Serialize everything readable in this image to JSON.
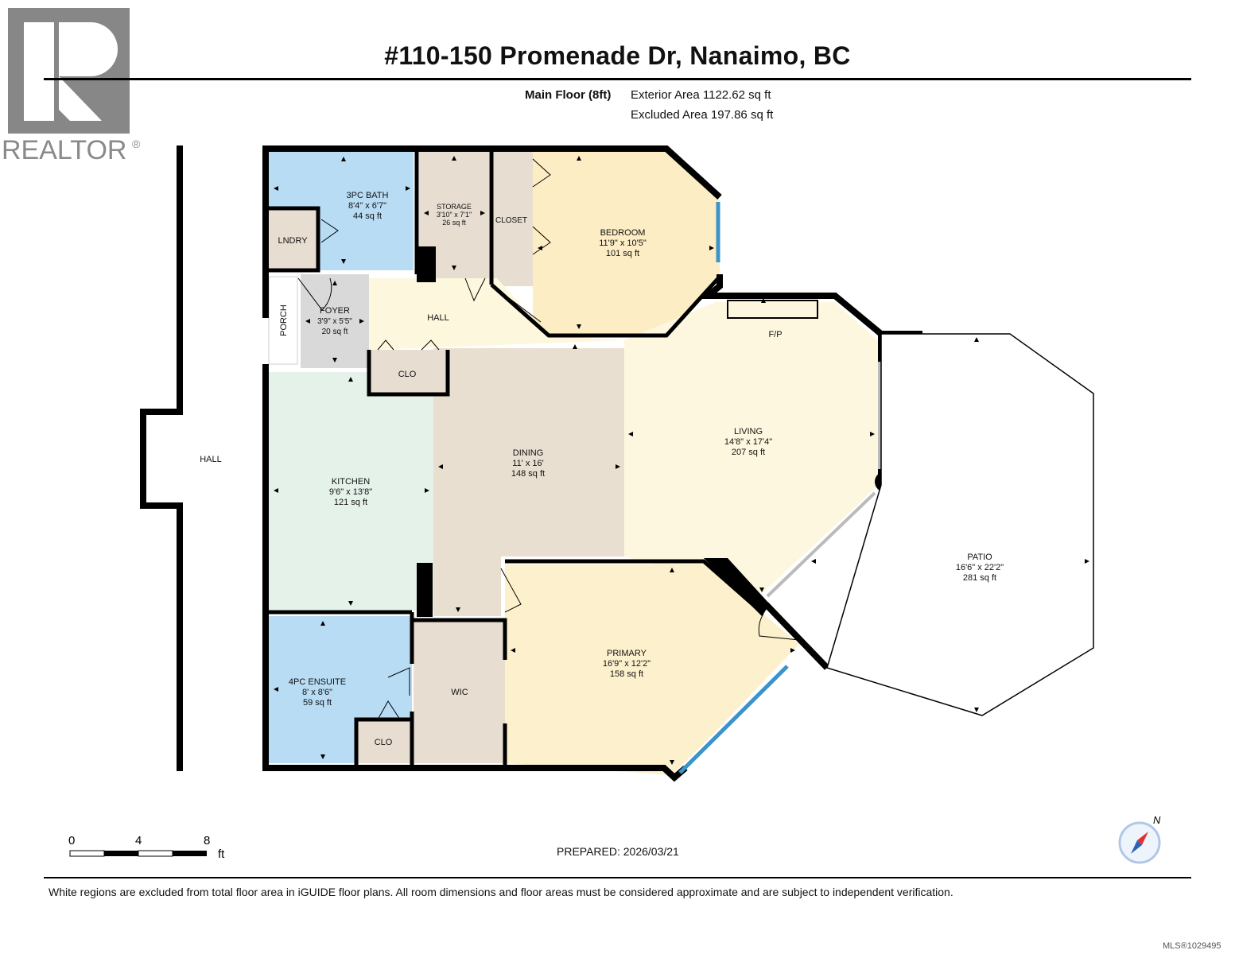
{
  "logo": {
    "wordmark": "REALTOR",
    "icon": "realtor-r-logo"
  },
  "title": "#110-150 Promenade Dr, Nanaimo, BC",
  "floor_info": {
    "floor_label": "Main Floor (8ft)",
    "exterior_area": "Exterior Area 1122.62 sq ft",
    "excluded_area": "Excluded Area 197.86 sq ft"
  },
  "rooms": {
    "bath3": {
      "name": "3PC BATH",
      "dims": "8'4\" x 6'7\"",
      "area": "44 sq ft"
    },
    "storage": {
      "name": "STORAGE",
      "dims": "3'10\" x 7'1\"",
      "area": "26 sq ft"
    },
    "closet": {
      "name": "CLOSET"
    },
    "bedroom": {
      "name": "BEDROOM",
      "dims": "11'9\" x 10'5\"",
      "area": "101 sq ft"
    },
    "lndry": {
      "name": "LNDRY"
    },
    "porch": {
      "name": "PORCH"
    },
    "foyer": {
      "name": "FOYER",
      "dims": "3'9\" x 5'5\"",
      "area": "20 sq ft"
    },
    "hall": {
      "name": "HALL"
    },
    "clo_entry": {
      "name": "CLO"
    },
    "fp": {
      "name": "F/P"
    },
    "living": {
      "name": "LIVING",
      "dims": "14'8\" x 17'4\"",
      "area": "207 sq ft"
    },
    "dining": {
      "name": "DINING",
      "dims": "11' x 16'",
      "area": "148 sq ft"
    },
    "kitchen": {
      "name": "KITCHEN",
      "dims": "9'6\" x 13'8\"",
      "area": "121 sq ft"
    },
    "outer_hall": {
      "name": "HALL"
    },
    "patio": {
      "name": "PATIO",
      "dims": "16'6\" x 22'2\"",
      "area": "281 sq ft"
    },
    "primary": {
      "name": "PRIMARY",
      "dims": "16'9\" x 12'2\"",
      "area": "158 sq ft"
    },
    "wic": {
      "name": "WIC"
    },
    "ensuite": {
      "name": "4PC ENSUITE",
      "dims": "8' x 8'6\"",
      "area": "59 sq ft"
    },
    "clo_ensuite": {
      "name": "CLO"
    }
  },
  "colors": {
    "bath": "#b8dcf4",
    "neutral": "#e7ddd1",
    "bedroom": "#fdedc4",
    "foyer": "#d9d9d9",
    "hall": "#fdf7dd",
    "living": "#fdf7df",
    "dining": "#e9dfd1",
    "kitchen": "#e5f2ea",
    "primary": "#fdf1cd",
    "wall": "#000000",
    "window": "#3a93c9"
  },
  "scale": {
    "labels": [
      "0",
      "4",
      "8"
    ],
    "unit": "ft"
  },
  "compass": {
    "letter": "N",
    "icon": "compass-icon"
  },
  "prepared": "PREPARED: 2026/03/21",
  "footer_note": "White regions are excluded from total floor area in iGUIDE floor plans. All room dimensions and floor areas must be considered approximate and are subject to independent verification.",
  "mls": "MLS®1029495"
}
